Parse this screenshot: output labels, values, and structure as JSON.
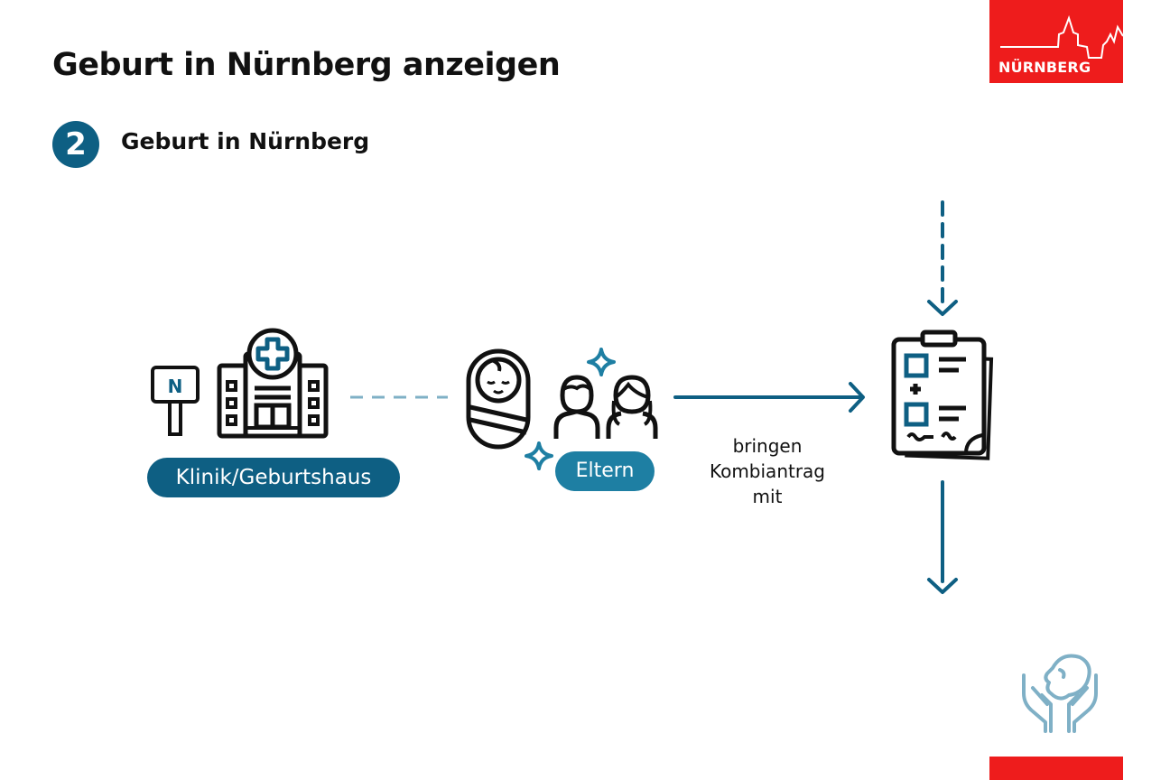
{
  "header": {
    "title": "Geburt in Nürnberg anzeigen",
    "logo_text": "NÜRNBERG"
  },
  "step": {
    "number": "2",
    "label": "Geburt in Nürnberg"
  },
  "nodes": {
    "klinik": {
      "label": "Klinik/Geburtshaus",
      "sign_letter": "N",
      "icon": "hospital-icon"
    },
    "eltern": {
      "label": "Eltern",
      "icons": [
        "baby-icon",
        "parents-icon"
      ]
    },
    "formular": {
      "icon": "clipboard-form-icon"
    }
  },
  "edges": {
    "eltern_to_form": {
      "label_line1": "bringen",
      "label_line2": "Kombiantrag",
      "label_line3": "mit"
    }
  },
  "colors": {
    "brand_red": "#ee1c1c",
    "primary_blue": "#0e5f83",
    "secondary_blue": "#1e7fa3",
    "light_blue": "#7fb0c6"
  },
  "footer_icon": "hands-holding-baby-icon"
}
